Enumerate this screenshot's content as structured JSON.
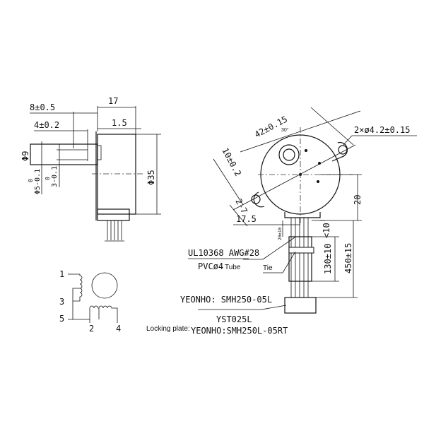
{
  "side_view": {
    "dim_length": "17",
    "dim_shaft": "8±0.5",
    "dim_flat": "4±0.2",
    "dim_flange": "1.5",
    "dim_boss": "Φ9",
    "dim_body": "Φ35",
    "dim_shaft_dia": "Φ5-0.1",
    "dim_shaft_tol": "0",
    "dim_flat_dia": "3-0.1",
    "dim_flat_tol": "0"
  },
  "front_view": {
    "dim_mount": "42±0.15",
    "dim_holes": "2×ø4.2±0.15",
    "angle": "30°",
    "dim_offset": "10±0.2",
    "dim_ear": "2-7",
    "dim_left": "17.5",
    "dim_height": "20",
    "dim_exit": "<10",
    "dim_strip": "20±10",
    "dim_tube": "130±10",
    "dim_total": "450±15"
  },
  "callouts": {
    "wire": "UL10368 AWG#28",
    "tube_spec": "PVCø4",
    "tube_label": "Tube",
    "tie": "Tie",
    "connector": "YEONHO: SMH250-05L",
    "terminal": "YST025L",
    "locking_label": "Locking plate:",
    "locking_part": "YEONHO:SMH250L-05RT"
  },
  "schematic": {
    "pins": [
      "1",
      "3",
      "5",
      "2",
      "4"
    ]
  }
}
